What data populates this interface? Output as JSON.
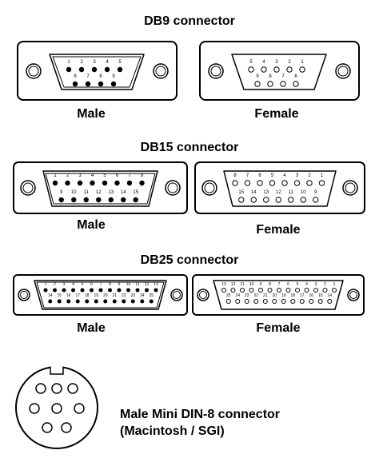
{
  "sections": [
    {
      "title": "DB9 connector",
      "male": {
        "label": "Male",
        "rows": [
          [
            "1",
            "2",
            "3",
            "4",
            "5"
          ],
          [
            "6",
            "7",
            "8",
            "9"
          ]
        ]
      },
      "female": {
        "label": "Female",
        "rows": [
          [
            "5",
            "4",
            "3",
            "2",
            "1"
          ],
          [
            "9",
            "8",
            "7",
            "6"
          ]
        ]
      }
    },
    {
      "title": "DB15 connector",
      "male": {
        "label": "Male",
        "rows": [
          [
            "1",
            "2",
            "3",
            "4",
            "5",
            "6",
            "7",
            "8"
          ],
          [
            "9",
            "10",
            "11",
            "12",
            "13",
            "14",
            "15"
          ]
        ]
      },
      "female": {
        "label": "Female",
        "rows": [
          [
            "8",
            "7",
            "6",
            "5",
            "4",
            "3",
            "2",
            "1"
          ],
          [
            "15",
            "14",
            "13",
            "12",
            "11",
            "10",
            "9"
          ]
        ]
      }
    },
    {
      "title": "DB25 connector",
      "male": {
        "label": "Male",
        "rows": [
          [
            "1",
            "2",
            "3",
            "4",
            "5",
            "6",
            "7",
            "8",
            "9",
            "10",
            "11",
            "12",
            "13"
          ],
          [
            "14",
            "15",
            "16",
            "17",
            "18",
            "19",
            "20",
            "21",
            "22",
            "23",
            "24",
            "25"
          ]
        ]
      },
      "female": {
        "label": "Female",
        "rows": [
          [
            "13",
            "12",
            "11",
            "10",
            "9",
            "8",
            "7",
            "6",
            "5",
            "4",
            "3",
            "2",
            "1"
          ],
          [
            "25",
            "24",
            "23",
            "22",
            "21",
            "20",
            "19",
            "18",
            "17",
            "16",
            "15",
            "14"
          ]
        ]
      }
    }
  ],
  "mini_din": {
    "label_line1": "Male Mini DIN-8 connector",
    "label_line2": "(Macintosh / SGI)"
  },
  "colors": {
    "stroke": "#000000",
    "background": "#ffffff"
  }
}
